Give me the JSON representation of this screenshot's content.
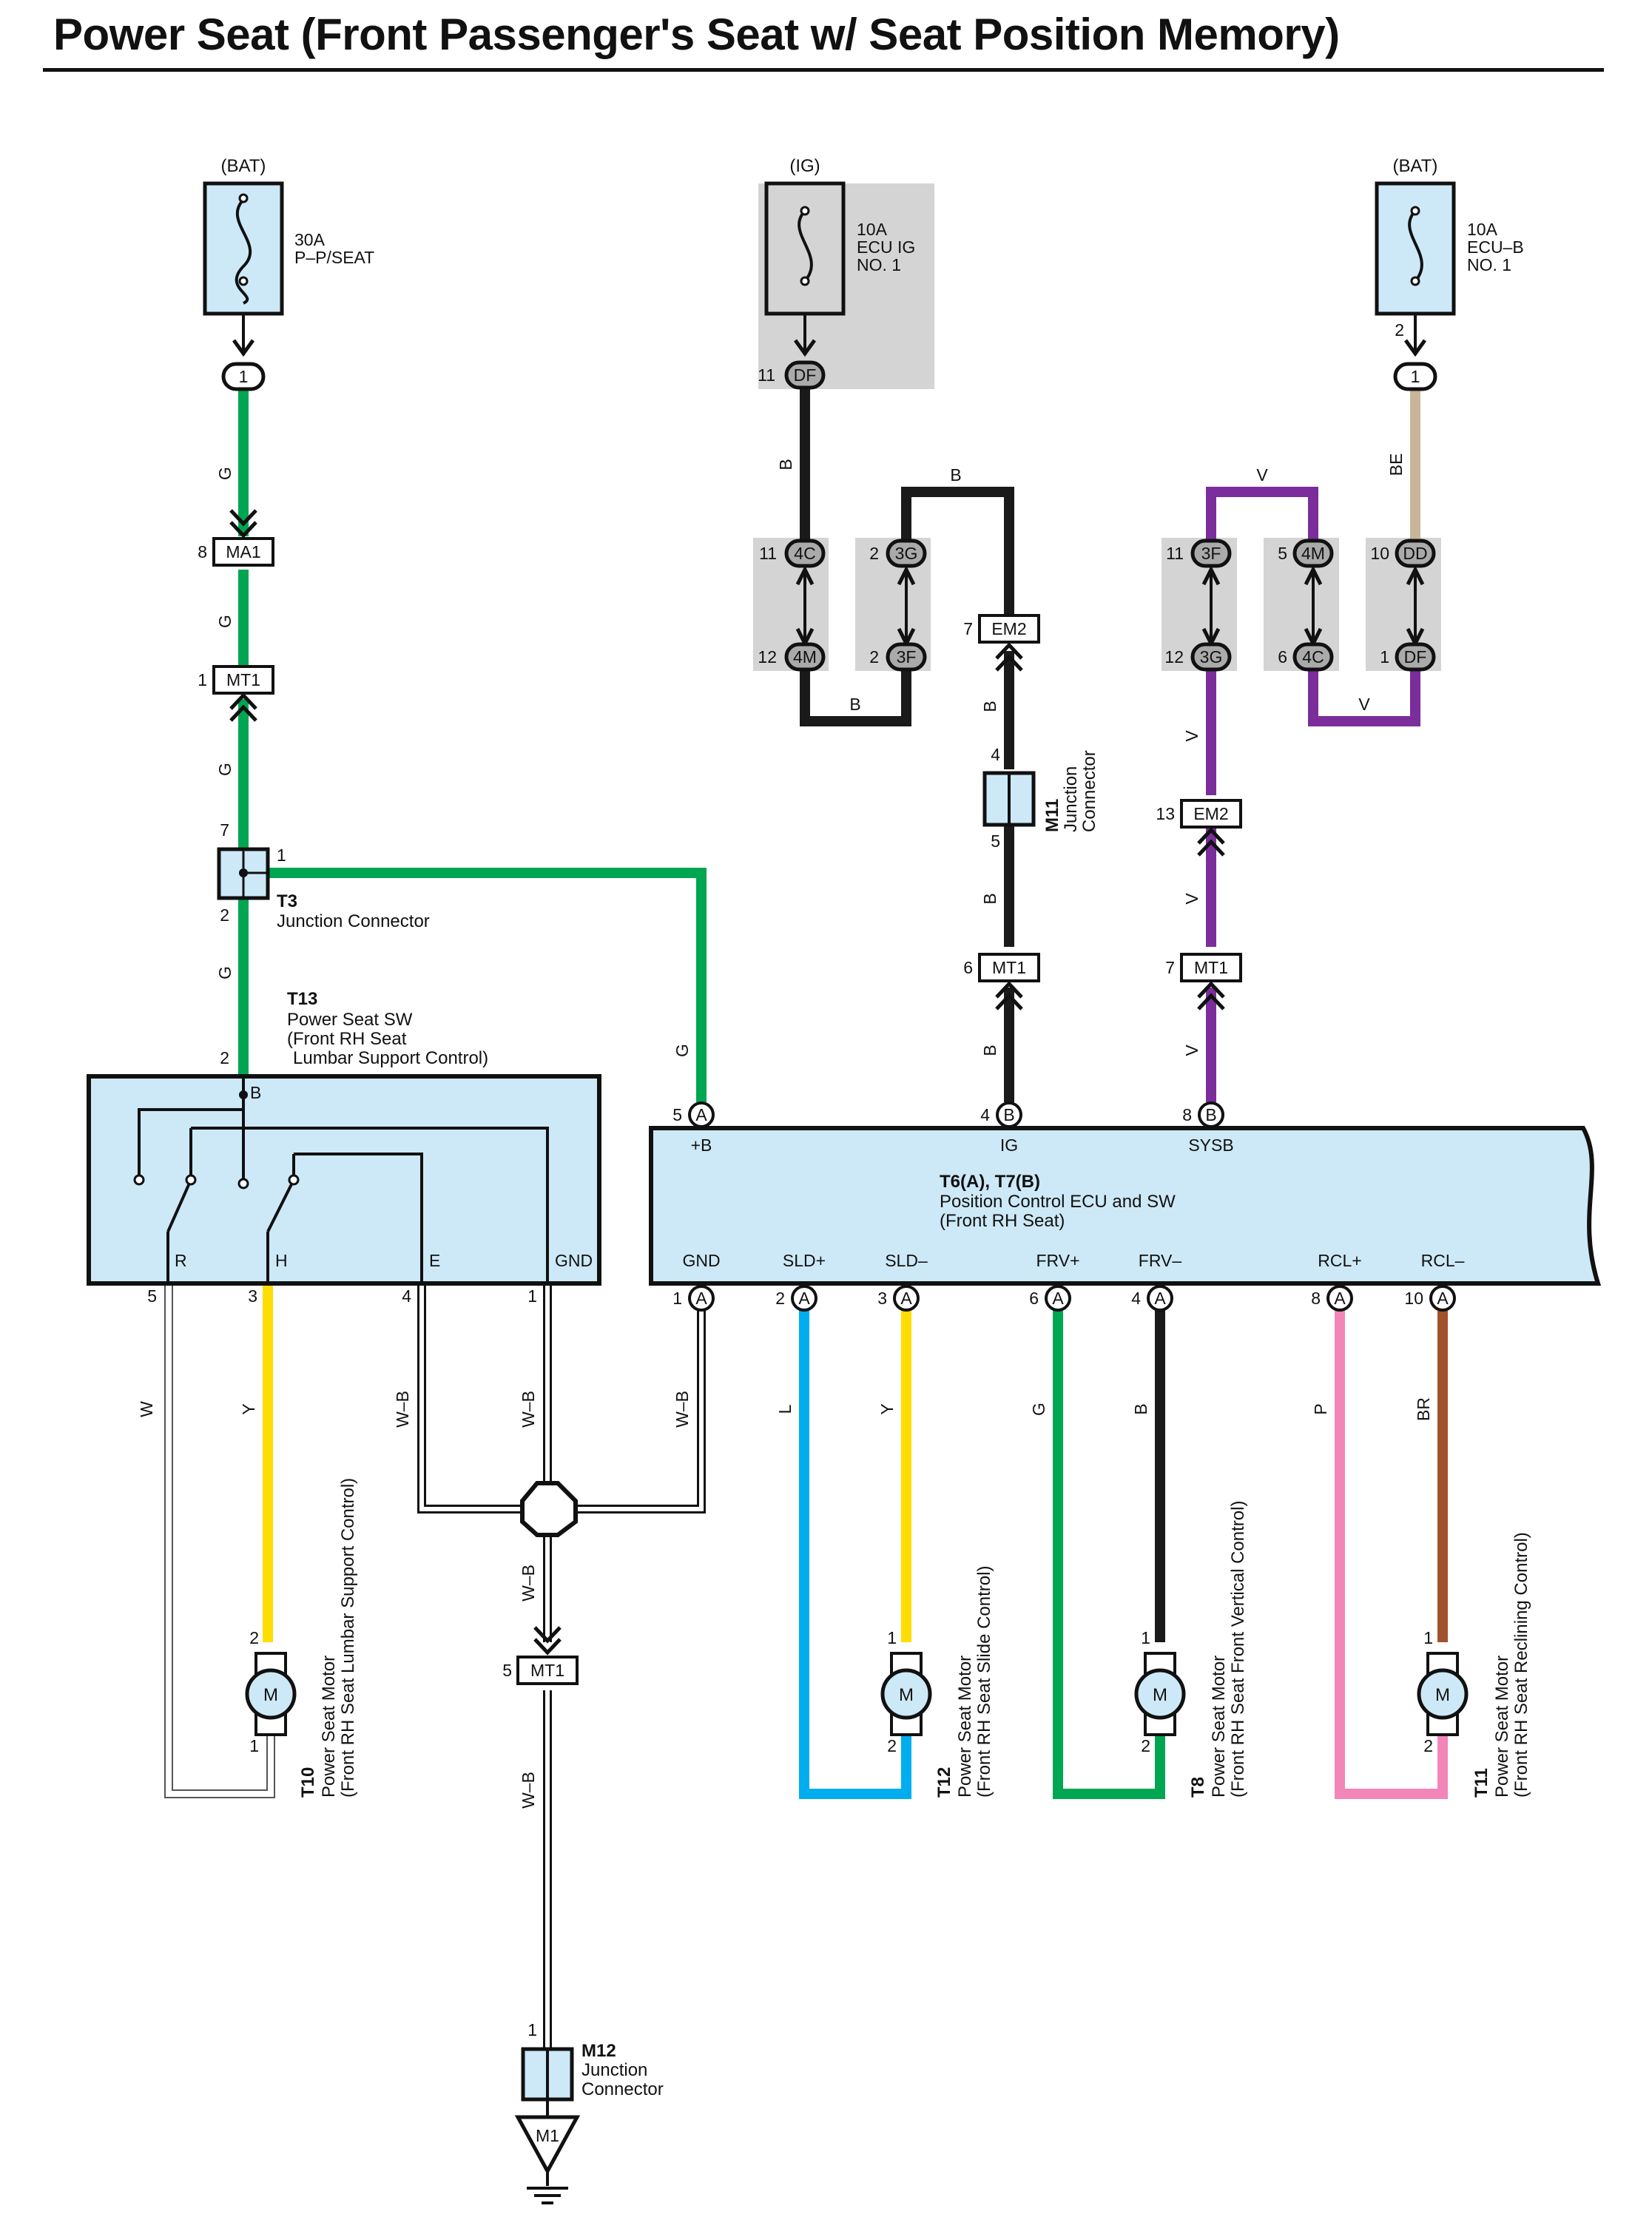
{
  "title": "Power Seat (Front Passenger's Seat w/ Seat Position Memory)",
  "colors": {
    "G": "#00a651",
    "B": "#1a1a1a",
    "V": "#7b2d9b",
    "BE": "#c9b59a",
    "Y": "#ffdd00",
    "L": "#00aeef",
    "P": "#f386b8",
    "BR": "#a0522d",
    "W": "#ffffff",
    "component_fill": "#cde9f7",
    "gray_box": "#d4d4d4"
  },
  "fuses": {
    "p_seat": {
      "source": "(BAT)",
      "line1": "30A",
      "line2": "P–P/SEAT",
      "pin": "1"
    },
    "ecu_ig": {
      "source": "(IG)",
      "line1": "10A",
      "line2": "ECU IG",
      "line3": "NO. 1",
      "pin_num": "11",
      "pin": "DF"
    },
    "ecu_b": {
      "source": "(BAT)",
      "line1": "10A",
      "line2": "ECU–B",
      "line3": "NO. 1",
      "pin_num": "2",
      "pin": "1"
    }
  },
  "wire_labels": {
    "G": "G",
    "B": "B",
    "V": "V",
    "BE": "BE",
    "W": "W",
    "Y": "Y",
    "WB": "W–B",
    "L": "L",
    "P": "P",
    "BR": "BR"
  },
  "connectors": {
    "MA1": {
      "name": "MA1",
      "pin": "8"
    },
    "MT1_a": {
      "name": "MT1",
      "pin": "1"
    },
    "MT1_b": {
      "name": "MT1",
      "pin": "6"
    },
    "MT1_c": {
      "name": "MT1",
      "pin": "7"
    },
    "MT1_d": {
      "name": "MT1",
      "pin": "5"
    },
    "EM2_a": {
      "name": "EM2",
      "pin": "7"
    },
    "EM2_b": {
      "name": "EM2",
      "pin": "13"
    },
    "c4C_top": {
      "name": "4C",
      "pin": "11"
    },
    "c4M_bot": {
      "name": "4M",
      "pin": "12"
    },
    "c3G_top": {
      "name": "3G",
      "pin": "2"
    },
    "c3F_bot": {
      "name": "3F",
      "pin": "2"
    },
    "c3F_top": {
      "name": "3F",
      "pin": "11"
    },
    "c3G_bot": {
      "name": "3G",
      "pin": "12"
    },
    "c4M_top": {
      "name": "4M",
      "pin": "5"
    },
    "c4C_bot": {
      "name": "4C",
      "pin": "6"
    },
    "cDD_top": {
      "name": "DD",
      "pin": "10"
    },
    "cDF_bot": {
      "name": "DF",
      "pin": "1"
    }
  },
  "t3": {
    "id": "T3",
    "name": "Junction Connector",
    "pin7": "7",
    "pin1": "1",
    "pin2": "2"
  },
  "m11": {
    "id": "M11",
    "line1": "Junction",
    "line2": "Connector",
    "pin4": "4",
    "pin5": "5"
  },
  "m12": {
    "id": "M12",
    "line1": "Junction",
    "line2": "Connector",
    "pin1": "1",
    "ground": "M1"
  },
  "t13": {
    "id": "T13",
    "line1": "Power Seat SW",
    "line2": "(Front RH Seat",
    "line3": "Lumbar Support Control)",
    "pin_top": "2",
    "terminal_b": "B",
    "terminals": [
      "R",
      "H",
      "E",
      "GND"
    ],
    "pins": [
      "5",
      "3",
      "4",
      "1"
    ]
  },
  "ecu": {
    "id": "T6(A), T7(B)",
    "line1": "Position Control ECU and SW",
    "line2": "(Front RH Seat)",
    "top_pins": [
      {
        "num": "5",
        "conn": "A",
        "label": "+B"
      },
      {
        "num": "4",
        "conn": "B",
        "label": "IG"
      },
      {
        "num": "8",
        "conn": "B",
        "label": "SYSB"
      }
    ],
    "bottom_pins": [
      {
        "num": "1",
        "conn": "A",
        "label": "GND"
      },
      {
        "num": "2",
        "conn": "A",
        "label": "SLD+"
      },
      {
        "num": "3",
        "conn": "A",
        "label": "SLD–"
      },
      {
        "num": "6",
        "conn": "A",
        "label": "FRV+"
      },
      {
        "num": "4",
        "conn": "A",
        "label": "FRV–"
      },
      {
        "num": "8",
        "conn": "A",
        "label": "RCL+"
      },
      {
        "num": "10",
        "conn": "A",
        "label": "RCL–"
      }
    ]
  },
  "motors": [
    {
      "id": "T10",
      "line1": "Power Seat Motor",
      "line2": "(Front RH Seat Lumbar Support Control)",
      "pin_top": "2",
      "pin_bot": "1",
      "symbol": "M"
    },
    {
      "id": "T12",
      "line1": "Power Seat Motor",
      "line2": "(Front RH Seat Slide Control)",
      "pin_top": "1",
      "pin_bot": "2",
      "symbol": "M"
    },
    {
      "id": "T8",
      "line1": "Power Seat Motor",
      "line2": "(Front RH Seat Front Vertical Control)",
      "pin_top": "1",
      "pin_bot": "2",
      "symbol": "M"
    },
    {
      "id": "T11",
      "line1": "Power Seat Motor",
      "line2": "(Front RH Seat Reclining Control)",
      "pin_top": "1",
      "pin_bot": "2",
      "symbol": "M"
    }
  ]
}
